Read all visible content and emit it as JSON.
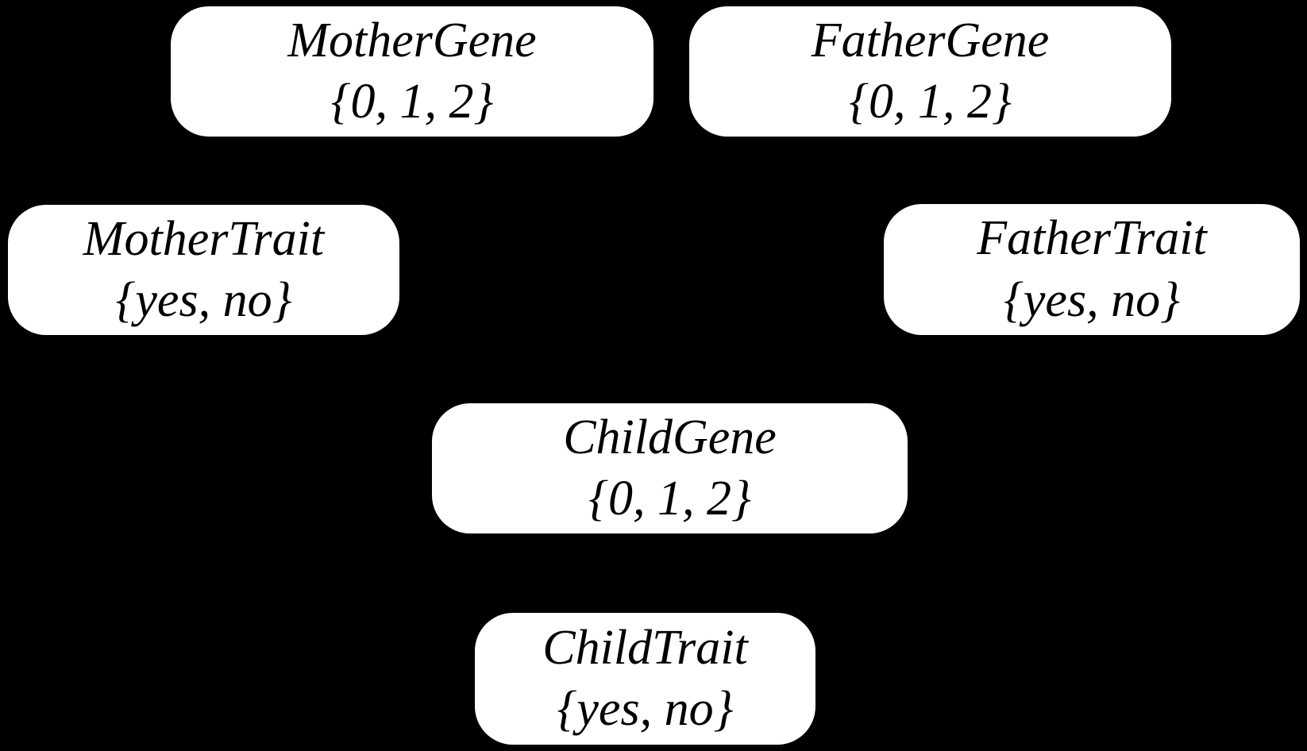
{
  "diagram": {
    "kind": "bayesian-network",
    "background_color": "#000000",
    "node_fill_color": "#ffffff",
    "node_text_color": "#000000",
    "nodes": [
      {
        "id": "mother-gene",
        "label": "MotherGene",
        "domain": "{0, 1, 2}"
      },
      {
        "id": "father-gene",
        "label": "FatherGene",
        "domain": "{0, 1, 2}"
      },
      {
        "id": "mother-trait",
        "label": "MotherTrait",
        "domain": "{yes, no}"
      },
      {
        "id": "father-trait",
        "label": "FatherTrait",
        "domain": "{yes, no}"
      },
      {
        "id": "child-gene",
        "label": "ChildGene",
        "domain": "{0, 1, 2}"
      },
      {
        "id": "child-trait",
        "label": "ChildTrait",
        "domain": "{yes, no}"
      }
    ]
  }
}
